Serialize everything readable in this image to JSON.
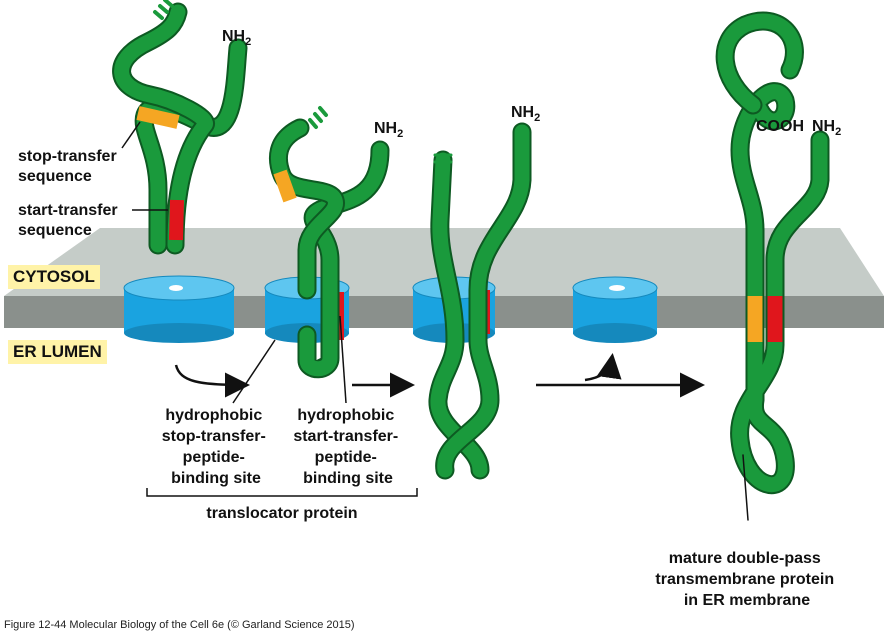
{
  "labels": {
    "stop_transfer": [
      "stop-transfer",
      "sequence"
    ],
    "start_transfer": [
      "start-transfer",
      "sequence"
    ],
    "cytosol": "CYTOSOL",
    "er_lumen": "ER LUMEN",
    "nh2_main": "NH",
    "nh2_sub": "2",
    "cooh": "COOH",
    "hydrophobic_stop": [
      "hydrophobic",
      "stop-transfer-",
      "peptide-",
      "binding site"
    ],
    "hydrophobic_start": [
      "hydrophobic",
      "start-transfer-",
      "peptide-",
      "binding site"
    ],
    "translocator": "translocator protein",
    "mature": [
      "mature double-pass",
      "transmembrane protein",
      "in ER membrane"
    ]
  },
  "caption": "Figure 12-44  Molecular Biology of the Cell 6e (© Garland Science 2015)",
  "colors": {
    "protein": "#1a9a3c",
    "protein_outline": "#0d5a22",
    "stop_segment": "#f5a623",
    "start_segment": "#e0161c",
    "translocator": "#1aa3e0",
    "translocator_top": "#5ec6f0",
    "membrane_top": "#c5ccc8",
    "membrane_front": "#8a908c",
    "zone_label_bg": "#fff3a8"
  }
}
